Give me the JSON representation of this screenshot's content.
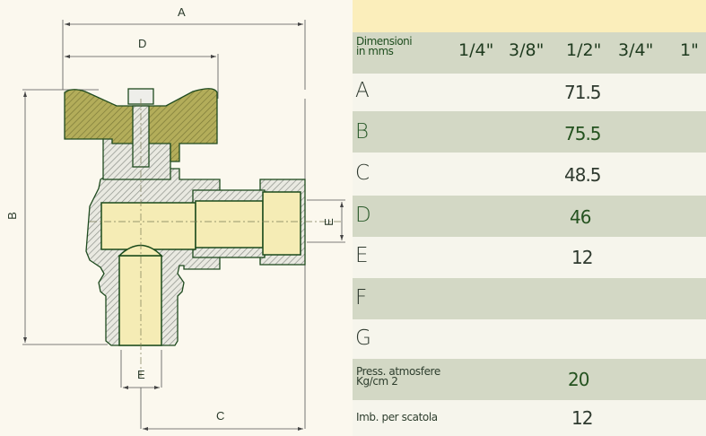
{
  "drawing": {
    "dimension_labels": {
      "A": "A",
      "B": "B",
      "C": "C",
      "D": "D",
      "E_side": "E",
      "E_bottom": "E"
    }
  },
  "table": {
    "header": {
      "label_line1": "Dimensioni",
      "label_line2": "in mms",
      "sizes": [
        "1/4\"",
        "3/8\"",
        "1/2\"",
        "3/4\"",
        "1\""
      ]
    },
    "rows": [
      {
        "label": "A",
        "value": "71.5"
      },
      {
        "label": "B",
        "value": "75.5"
      },
      {
        "label": "C",
        "value": "48.5"
      },
      {
        "label": "D",
        "value": "46"
      },
      {
        "label": "E",
        "value": "12"
      },
      {
        "label": "F",
        "value": ""
      },
      {
        "label": "G",
        "value": ""
      }
    ],
    "pressure": {
      "label_line1": "Press. atmosfere",
      "label_line2": "Kg/cm 2",
      "value": "20"
    },
    "packaging": {
      "label": "Imb. per scatola",
      "value": "12"
    }
  },
  "colors": {
    "top_band": "#fbeebb",
    "shaded_row": "#d3d8c5",
    "light_row": "#f6f5ec",
    "handle": "#a19c4a",
    "brass_core": "#f5ecb5",
    "text_green": "#24521f"
  }
}
